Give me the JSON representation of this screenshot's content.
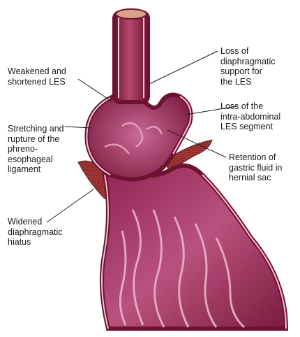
{
  "labels": {
    "weakened_les": "Weakened and\nshortened LES",
    "stretching": "Stretching and\nrupture of the\nphreno-\nesophageal\nligament",
    "widened_hiatus": "Widened\ndiaphragmatic\nhiatus",
    "loss_support": "Loss of\ndiaphragmatic\nsupport for\nthe LES",
    "loss_intra": "Loss of the\nintra-abdominal\nLES segment",
    "retention": "Retention of\ngastric fluid in\nhernial sac"
  },
  "colors": {
    "wall_outer": "#7a1738",
    "wall_mid": "#d06a93",
    "lumen": "#9c2e58",
    "mucosa_fold": "#e9a4c0",
    "diaphragm": "#a83a3a",
    "leader": "#1a1a1a"
  }
}
